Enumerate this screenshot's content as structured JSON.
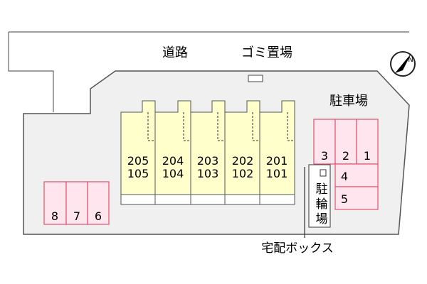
{
  "labels": {
    "road": "道路",
    "garbage": "ゴミ置場",
    "parking": "駐車場",
    "bicycle": [
      "駐",
      "輪",
      "場"
    ],
    "delivery_box": "宅配ボックス",
    "compass_letter": "N"
  },
  "units": [
    {
      "upper": "205",
      "lower": "105"
    },
    {
      "upper": "204",
      "lower": "104"
    },
    {
      "upper": "203",
      "lower": "103"
    },
    {
      "upper": "202",
      "lower": "102"
    },
    {
      "upper": "201",
      "lower": "101"
    }
  ],
  "parking_spots_right_top": [
    "3",
    "2",
    "1"
  ],
  "parking_spots_right_side": [
    "4",
    "5"
  ],
  "parking_spots_left": [
    "8",
    "7",
    "6"
  ],
  "colors": {
    "building_fill": "#ffffcc",
    "parking_fill": "#ffe6ee",
    "parking_stroke": "#e0506e",
    "site_fill": "#f0f0f0",
    "line": "#555555"
  }
}
